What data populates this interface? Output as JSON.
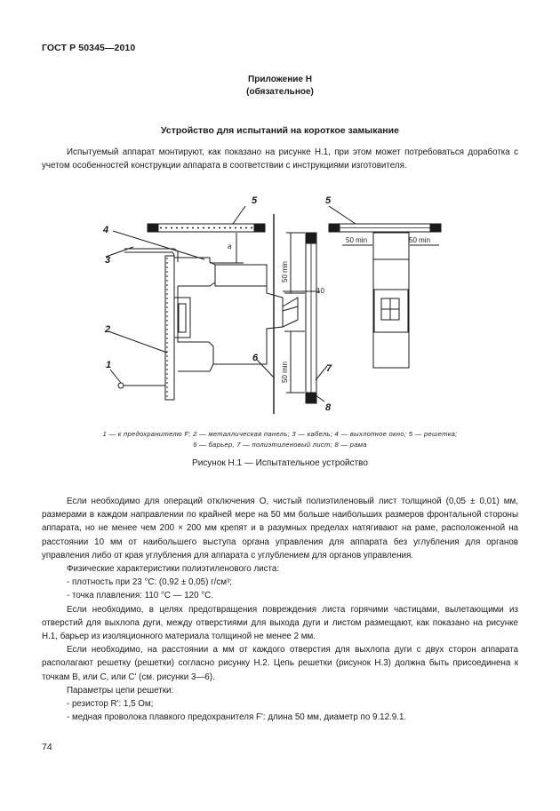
{
  "header": {
    "doc_code": "ГОСТ Р 50345—2010"
  },
  "annex": {
    "title": "Приложение Н",
    "status": "(обязательное)"
  },
  "section_title": "Устройство для испытаний на короткое замыкание",
  "intro": "Испытуемый аппарат монтируют, как показано на рисунке Н.1, при этом может потребоваться доработка с учетом особенностей конструкции аппарата в соответствии с инструкциями изготовителя.",
  "figure": {
    "labels": {
      "l1": "1",
      "l2": "2",
      "l3": "3",
      "l4": "4",
      "l5a": "5",
      "l5b": "5",
      "l6": "6",
      "l7": "7",
      "l8": "8",
      "l10": "10",
      "dim_a": "a",
      "dim_50a": "50 min",
      "dim_50b": "50 min",
      "dim_50c": "50 min",
      "dim_50d": "50 min"
    },
    "legend_line1": "1 — к предохранителю F; 2 — металлическая панель; 3 — кабель; 4 — выхлопное окно; 5 — решетка;",
    "legend_line2": "6 — барьер, 7 — полиэтиленовый лист; 8 — рама",
    "caption": "Рисунок  Н.1 — Испытательное устройство"
  },
  "body": {
    "p1": "Если необходимо для операций отключения O, чистый полиэтиленовый лист толщиной (0,05 ± 0,01) мм, размерами в каждом направлении по крайней мере на 50 мм больше наибольших размеров фронтальной стороны аппарата, но не менее чем  200 × 200 мм крепят и в разумных пределах натягивают на раме, расположенной на расстоянии 10 мм от наибольшего выступа органа управления для аппарата без углубления для органов управления либо от края углубления для аппарата с углублением для органов управления.",
    "p2": "Физические характеристики полиэтиленового листа:",
    "p3": "- плотность при 23 °С: (0,92 ± 0,05) г/см³;",
    "p4": "- точка плавления: 110 °С — 120 °С.",
    "p5": "Если необходимо, в целях предотвращения повреждения листа горячими частицами, вылетающими из отверстий для выхлопа дуги, между отверстиями для выхода дуги и листом размещают, как показано на рисунке Н.1, барьер из изоляционного материала толщиной не менее 2 мм.",
    "p6": "Если необходимо, на расстоянии a мм от каждого  отверстия для выхлопа дуги с двух сторон  аппарата располагают решетку (решетки) согласно рисунку Н.2. Цепь решетки (рисунок Н.3) должна быть присоединена к точкам B, или C, или C'  (см. рисунки 3—6).",
    "p7": "Параметры цепи решетки:",
    "p8": "- резистор R': 1,5 Ом;",
    "p9": "- медная проволока плавкого предохранителя F':  длина 50 мм, диаметр по 9.12.9.1."
  },
  "page_number": "74"
}
